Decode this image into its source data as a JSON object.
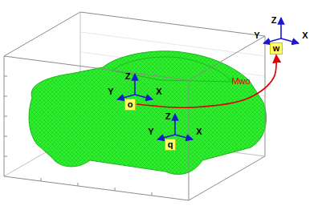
{
  "diagram": {
    "nodes": [
      {
        "text": [
          "w"
        ]
      },
      {
        "text": [
          "o"
        ]
      },
      {
        "text": [
          "q"
        ]
      }
    ],
    "edges": [
      {
        "from": 1,
        "to": 0,
        "arrow": "to",
        "label": "Mwo"
      }
    ],
    "labels": [
      "Z",
      "Y",
      "X",
      "Z",
      "Y",
      "X",
      "Z",
      "Y",
      "X"
    ]
  }
}
